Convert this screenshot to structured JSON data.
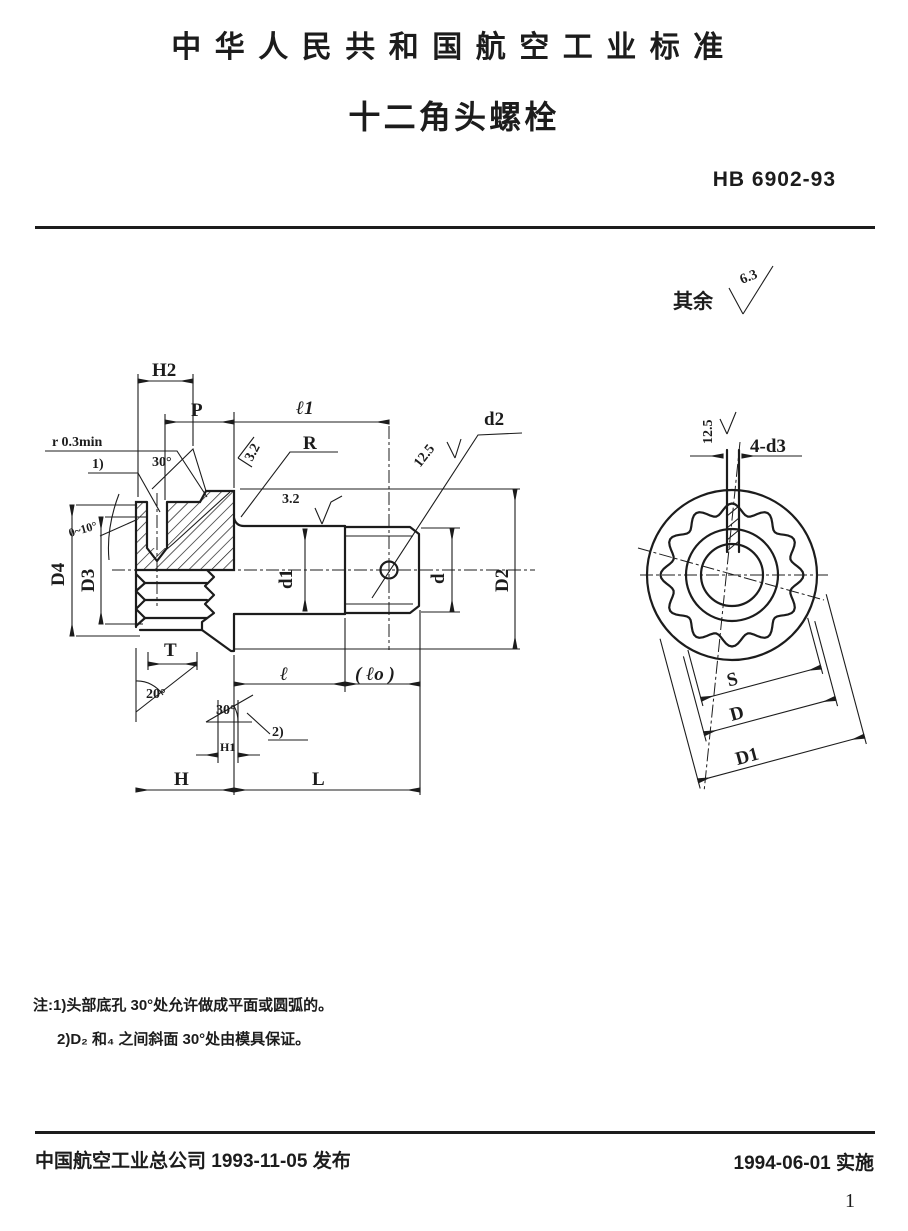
{
  "page": {
    "title": "中华人民共和国航空工业标准",
    "subtitle": "十二角头螺栓",
    "standard_no": "HB 6902-93",
    "page_number": "1"
  },
  "surface_note": {
    "prefix": "其余",
    "value": "6.3"
  },
  "side_view": {
    "H2": "H2",
    "P": "P",
    "l1": "ℓ1",
    "d2": "d2",
    "r_fillet": "r 0.3min",
    "ref1": "1)",
    "angle30_top": "30°",
    "rough_face": "3.2",
    "R": "R",
    "rough_shank": "3.2",
    "rough_hole": "12.5",
    "taper": "0~10°",
    "D4": "D4",
    "D3": "D3",
    "d1": "d1",
    "d": "d",
    "D2": "D2",
    "T": "T",
    "l": "ℓ",
    "l0": "( ℓo )",
    "angle20": "20°",
    "angle30_bottom": "30°",
    "ref2": "2)",
    "H1": "H1",
    "H": "H",
    "L": "L"
  },
  "end_view": {
    "rough_holes": "12.5",
    "holes": "4-d3",
    "S": "S",
    "D": "D",
    "D1": "D1"
  },
  "notes": {
    "line1": "注:1)头部底孔 30°处允许做成平面或圆弧的。",
    "line2": "2)D₂ 和₄ 之间斜面 30°处由模具保证。"
  },
  "footer": {
    "issue": "中国航空工业总公司 1993-11-05 发布",
    "effective": "1994-06-01 实施"
  },
  "colors": {
    "ink": "#1c1c1c",
    "paper": "#ffffff"
  }
}
